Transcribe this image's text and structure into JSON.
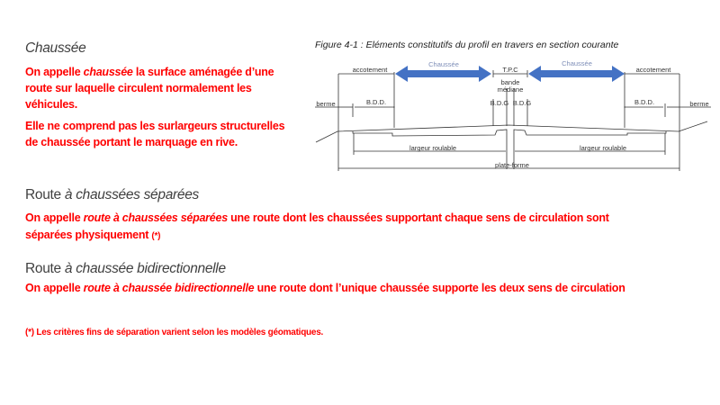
{
  "chaussee": {
    "heading": "Chaussée",
    "lines": [
      {
        "a": "On appelle ",
        "i": "chaussée",
        "b": " la surface aménagée d’une"
      },
      {
        "a": "route sur laquelle circulent normalement les"
      },
      {
        "a": "véhicules."
      }
    ],
    "lines2": [
      {
        "a": "Elle ne comprend pas les surlargeurs structurelles"
      },
      {
        "a": "de chaussée portant le marquage en rive."
      }
    ]
  },
  "separees": {
    "heading_a": "Route ",
    "heading_i": "à chaussées séparées",
    "line1_a": "On appelle ",
    "line1_i": "route à chaussées séparées",
    "line1_b": " une route dont les chaussées supportant chaque sens de circulation sont",
    "line2_a": "séparées physiquement ",
    "line2_note": "(*)"
  },
  "bidir": {
    "heading_a": "Route ",
    "heading_i": "à chaussée bidirectionnelle",
    "line_a": "On appelle ",
    "line_i": "route à chaussée bidirectionnelle",
    "line_b": " une route dont l’unique chaussée supporte les deux sens de circulation"
  },
  "footnote": "(*) Les critères fins de séparation varient selon les modèles géomatiques.",
  "figure": {
    "title": "Figure 4-1 : Eléments constitutifs du profil en travers en section courante",
    "chaussee_left": "Chaussée",
    "chaussee_right": "Chaussée",
    "accotement_left": "accotement",
    "accotement_right": "accotement",
    "tpc": "T.P.C",
    "bande": "bande",
    "mediane": "médiane",
    "bdd_left": "B.D.D.",
    "bdd_right": "B.D.D.",
    "bdg_left": "B.D.G",
    "bdg_right": "B.D.G",
    "berme_left": "berme",
    "berme_right": "berme",
    "largeur_left": "largeur roulable",
    "largeur_right": "largeur roulable",
    "plateforme": "plate-forme",
    "arrow_color": "#4472c4"
  }
}
